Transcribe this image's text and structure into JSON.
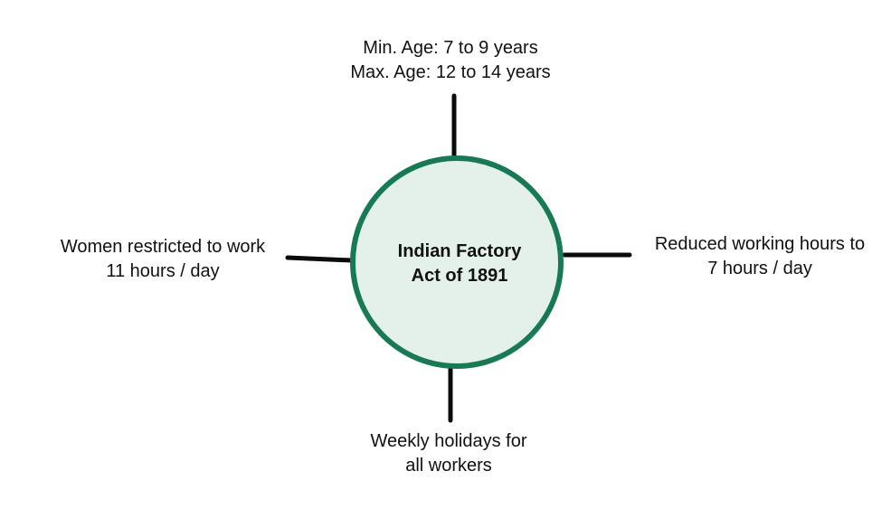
{
  "hub": {
    "line1": "Indian Factory",
    "line2": "Act of 1891"
  },
  "branches": {
    "top": {
      "line1": "Min. Age: 7 to 9 years",
      "line2": "Max. Age: 12 to 14 years"
    },
    "left": {
      "line1": "Women restricted to work",
      "line2": "11 hours / day"
    },
    "right": {
      "line1": "Reduced working hours to",
      "line2": "7 hours / day"
    },
    "bottom": {
      "line1": "Weekly holidays for",
      "line2": "all workers"
    }
  },
  "colors": {
    "hub_fill": "#e4f1ea",
    "hub_stroke": "#177a55",
    "connector": "#0b0b0b"
  }
}
